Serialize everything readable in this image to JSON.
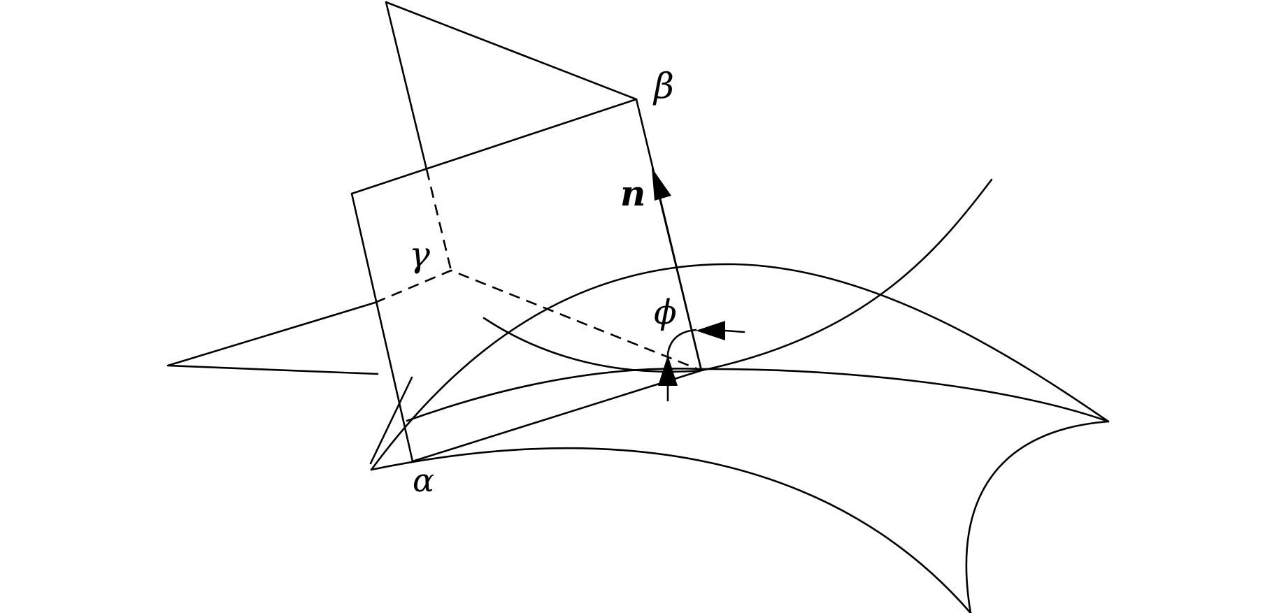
{
  "labels": {
    "alpha": "α",
    "beta": "β",
    "gamma": "γ",
    "normal": "n",
    "phi": "ϕ"
  }
}
